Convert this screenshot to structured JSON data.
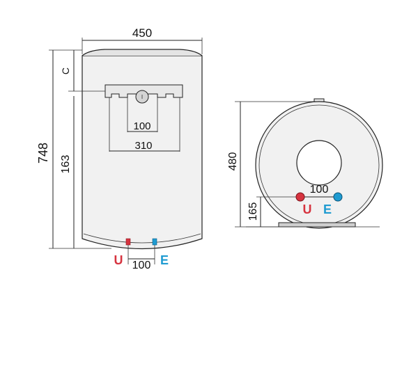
{
  "front_view": {
    "width_label": "450",
    "height_label": "748",
    "bracket_to_bottom_label": "163",
    "top_offset_label": "C",
    "bracket_width_label": "310",
    "bracket_pipe_spacing_label": "100",
    "outlet_spacing_label": "100",
    "outlet_u_label": "U",
    "outlet_e_label": "E"
  },
  "side_view": {
    "diameter_label": "480",
    "outlet_height_label": "165",
    "outlet_spacing_label": "100",
    "outlet_u_label": "U",
    "outlet_e_label": "E"
  },
  "colors": {
    "line": "#222222",
    "hot_outlet": "#d6333f",
    "cold_outlet": "#1f9bd1",
    "body_fill": "#f1f1f1",
    "flange_fill": "#cfcfcf"
  }
}
